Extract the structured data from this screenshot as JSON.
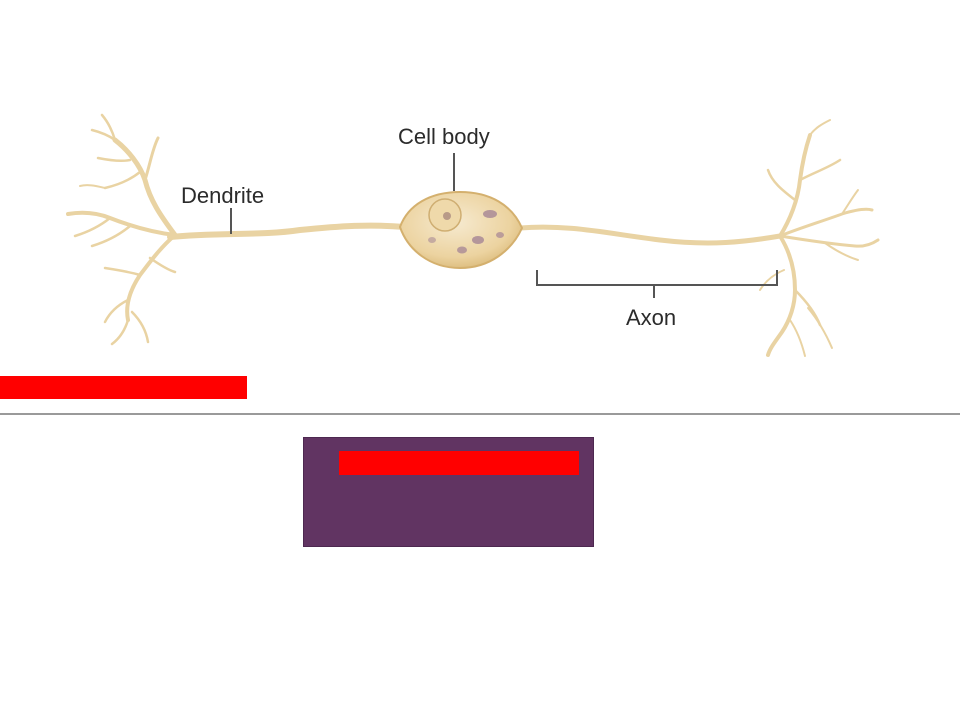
{
  "labels": {
    "cell_body": "Cell body",
    "dendrite": "Dendrite",
    "axon": "Axon"
  },
  "colors": {
    "neuron_fill": "#efdcae",
    "neuron_stroke": "#d9bf86",
    "nucleus": "#a98a96",
    "leader_line": "#555555",
    "redaction": "#ff0000",
    "box": "#613462",
    "divider": "#9a9a9a"
  }
}
